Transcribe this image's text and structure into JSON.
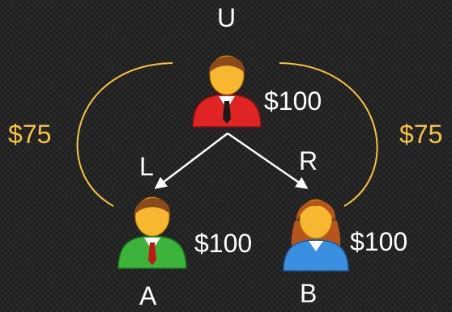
{
  "nodes": {
    "top": {
      "label": "U",
      "amount": "$100"
    },
    "left": {
      "label": "A",
      "amount": "$100"
    },
    "right": {
      "label": "B",
      "amount": "$100"
    }
  },
  "edges": {
    "left_label": "L",
    "right_label": "R"
  },
  "arcs": {
    "left_amount": "$75",
    "right_amount": "$75"
  },
  "colors": {
    "background": "#1e1e1e",
    "arc": "#f5c542",
    "top_person_shirt": "#e02424",
    "left_person_shirt": "#3cb43c",
    "right_person_shirt": "#3a8fe0",
    "skin": "#f7b731",
    "hair_male": "#8b4a1a",
    "hair_female": "#b5541d",
    "edge": "#ffffff"
  },
  "icons": {
    "top": "businessman-red-icon",
    "left": "businessman-green-icon",
    "right": "businesswoman-blue-icon"
  }
}
